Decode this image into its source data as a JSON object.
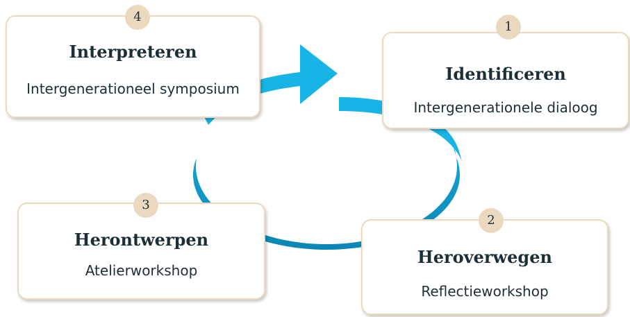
{
  "colors": {
    "arrow_light": "#18b4e6",
    "arrow_dark": "#0e8fc0",
    "card_border": "#ead9bf",
    "badge_fill": "#ead9bf",
    "text": "#1c2f36"
  },
  "steps": [
    {
      "number": "1",
      "title": "Identificeren",
      "subtitle": "Intergenerationele dialoog"
    },
    {
      "number": "2",
      "title": "Heroverwegen",
      "subtitle": "Reflectieworkshop"
    },
    {
      "number": "3",
      "title": "Herontwerpen",
      "subtitle": "Atelierworkshop"
    },
    {
      "number": "4",
      "title": "Interpreteren",
      "subtitle": "Intergenerationeel symposium"
    }
  ]
}
